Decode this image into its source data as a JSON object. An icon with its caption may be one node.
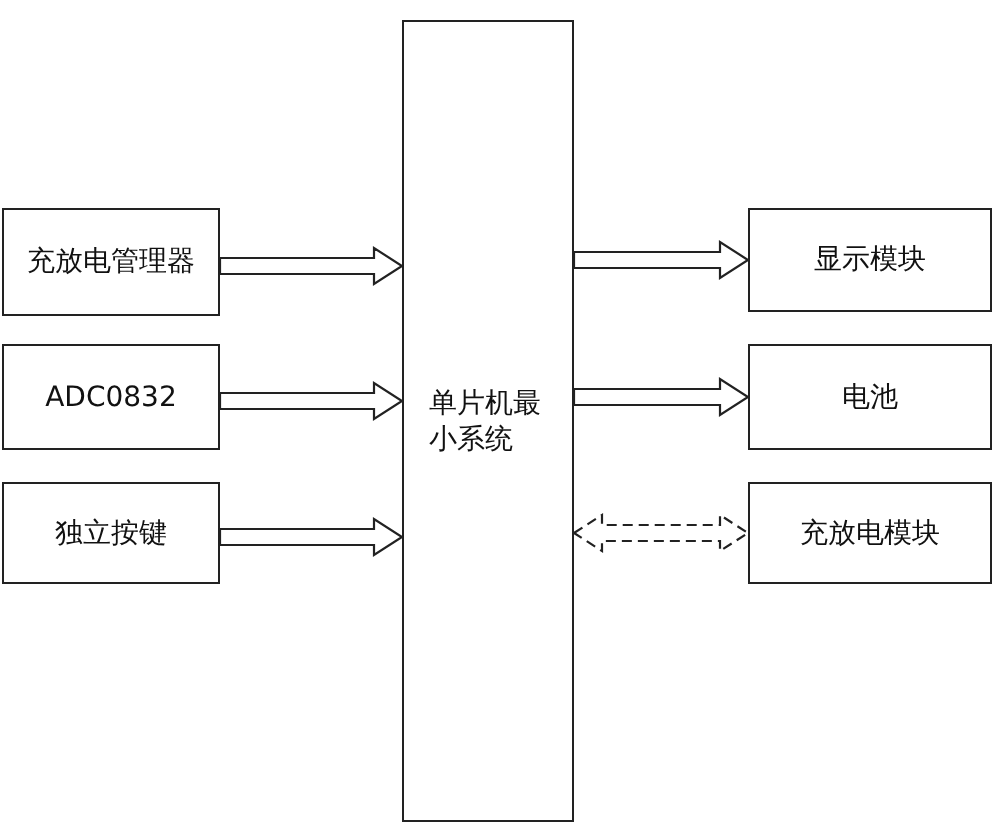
{
  "diagram": {
    "nodes": [
      {
        "text": [
          "充放电管理器"
        ]
      },
      {
        "text": [
          "ADC0832"
        ]
      },
      {
        "text": [
          "独立按键"
        ]
      },
      {
        "text": [
          "单片机最小系统"
        ]
      },
      {
        "text": [
          "显示模块"
        ]
      },
      {
        "text": [
          "电池"
        ]
      },
      {
        "text": [
          "充放电模块"
        ]
      }
    ],
    "edges": [
      {
        "from": 0,
        "to": 3,
        "arrow": "to"
      },
      {
        "from": 1,
        "to": 3,
        "arrow": "to"
      },
      {
        "from": 2,
        "to": 3,
        "arrow": "to"
      },
      {
        "from": 3,
        "to": 4,
        "arrow": "to"
      },
      {
        "from": 3,
        "to": 5,
        "arrow": "to"
      },
      {
        "from": 3,
        "to": 6,
        "arrow": "both",
        "style": "dashed"
      }
    ]
  }
}
